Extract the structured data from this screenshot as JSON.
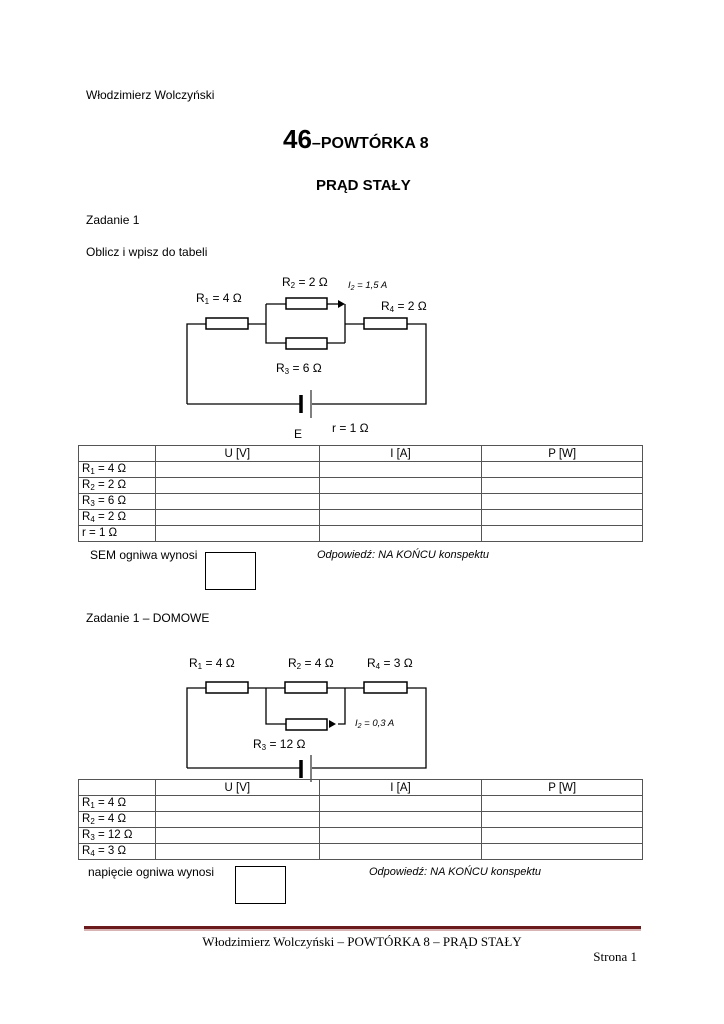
{
  "header": {
    "author": "Włodzimierz Wolczyński",
    "title_number": "46",
    "title_rest": "–POWTÓRKA  8",
    "subtitle": "PRĄD STAŁY"
  },
  "task1": {
    "heading": "Zadanie 1",
    "instruction": "Oblicz i wpisz do tabeli",
    "circuit": {
      "r1": {
        "name": "R",
        "sub": "1",
        "value": " = 4 Ω"
      },
      "r2": {
        "name": "R",
        "sub": "2",
        "value": " = 2 Ω"
      },
      "r3": {
        "name": "R",
        "sub": "3",
        "value": " = 6 Ω"
      },
      "r4": {
        "name": "R",
        "sub": "4",
        "value": " = 2 Ω"
      },
      "current": {
        "name": "I",
        "sub": "2",
        "value": " = 1,5 A"
      },
      "emf_label": "E",
      "internal_r": "r = 1 Ω"
    },
    "table": {
      "columns": [
        "",
        "U [V]",
        "I [A]",
        "P [W]"
      ],
      "rows": [
        {
          "name": "R",
          "sub": "1",
          "value": " = 4 Ω",
          "cells": [
            "",
            "",
            ""
          ]
        },
        {
          "name": "R",
          "sub": "2",
          "value": " = 2 Ω",
          "cells": [
            "",
            "",
            ""
          ]
        },
        {
          "name": "R",
          "sub": "3",
          "value": " = 6 Ω",
          "cells": [
            "",
            "",
            ""
          ]
        },
        {
          "name": "R",
          "sub": "4",
          "value": " = 2 Ω",
          "cells": [
            "",
            "",
            ""
          ]
        },
        {
          "name": "r",
          "sub": "",
          "value": " = 1 Ω",
          "cells": [
            "",
            "",
            ""
          ]
        }
      ]
    },
    "answer_label": "SEM ogniwa wynosi",
    "answer_value": "",
    "answer_note": "Odpowiedź: NA KOŃCU konspektu"
  },
  "task2": {
    "heading": "Zadanie 1 – DOMOWE",
    "circuit": {
      "r1": {
        "name": "R",
        "sub": "1",
        "value": " = 4 Ω"
      },
      "r2": {
        "name": "R",
        "sub": "2",
        "value": " = 4 Ω"
      },
      "r3": {
        "name": "R",
        "sub": "3",
        "value": " = 12 Ω"
      },
      "r4": {
        "name": "R",
        "sub": "4",
        "value": " = 3 Ω"
      },
      "current": {
        "name": "I",
        "sub": "2",
        "value": " = 0,3 A"
      }
    },
    "table": {
      "columns": [
        "",
        "U [V]",
        "I [A]",
        "P [W]"
      ],
      "rows": [
        {
          "name": "R",
          "sub": "1",
          "value": " = 4 Ω",
          "cells": [
            "",
            "",
            ""
          ]
        },
        {
          "name": "R",
          "sub": "2",
          "value": " = 4 Ω",
          "cells": [
            "",
            "",
            ""
          ]
        },
        {
          "name": "R",
          "sub": "3",
          "value": " = 12 Ω",
          "cells": [
            "",
            "",
            ""
          ]
        },
        {
          "name": "R",
          "sub": "4",
          "value": " = 3 Ω",
          "cells": [
            "",
            "",
            ""
          ]
        }
      ]
    },
    "answer_label": "napięcie ogniwa wynosi",
    "answer_value": "",
    "answer_note": "Odpowiedź: NA KOŃCU konspektu"
  },
  "footer": {
    "text": "Włodzimierz Wolczyński – POWTÓRKA 8 – PRĄD STAŁY",
    "page": "Strona 1",
    "rule_color": "#6b1b1b"
  }
}
